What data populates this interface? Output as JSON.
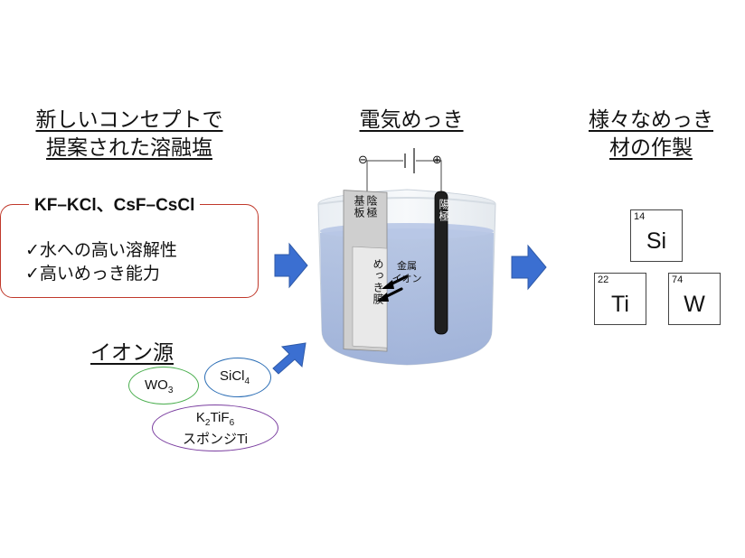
{
  "headings": {
    "molten_salt": [
      "新しいコンセプトで",
      "提案された溶融塩"
    ],
    "electroplating": "電気めっき",
    "products": [
      "様々なめっき",
      "材の作製"
    ],
    "ion_source": "イオン源"
  },
  "salt_box": {
    "title": "KF–KCl、CsF–CsCl",
    "points": [
      "✓水への高い溶解性",
      "✓高いめっき能力"
    ],
    "border_color": "#c0392b"
  },
  "ion_sources": {
    "wo3": {
      "base": "WO",
      "sub": "3"
    },
    "sicl4": {
      "base": "SiCl",
      "sub": "4"
    },
    "k2tif6": {
      "k": "K",
      "k_sub": "2",
      "mid": "TiF",
      "f_sub": "6",
      "line2": "スポンジTi"
    },
    "oval_colors": {
      "wo3": "#4caf50",
      "sicl4": "#2a6db5",
      "k2tif6": "#7b3fa0"
    }
  },
  "cell": {
    "minus_sign": "⊖",
    "plus_sign": "⊕",
    "cathode_label_1": "陰極",
    "cathode_label_2": "基板",
    "plated_film_label": "めっき膜",
    "anode_label": "陽極",
    "ion_label": [
      "金属",
      "イオン"
    ],
    "electrolyte_color": "#9fb3d9"
  },
  "elements": [
    {
      "number": "14",
      "symbol": "Si"
    },
    {
      "number": "22",
      "symbol": "Ti"
    },
    {
      "number": "74",
      "symbol": "W"
    }
  ],
  "arrow_color": "#3b6fd1"
}
